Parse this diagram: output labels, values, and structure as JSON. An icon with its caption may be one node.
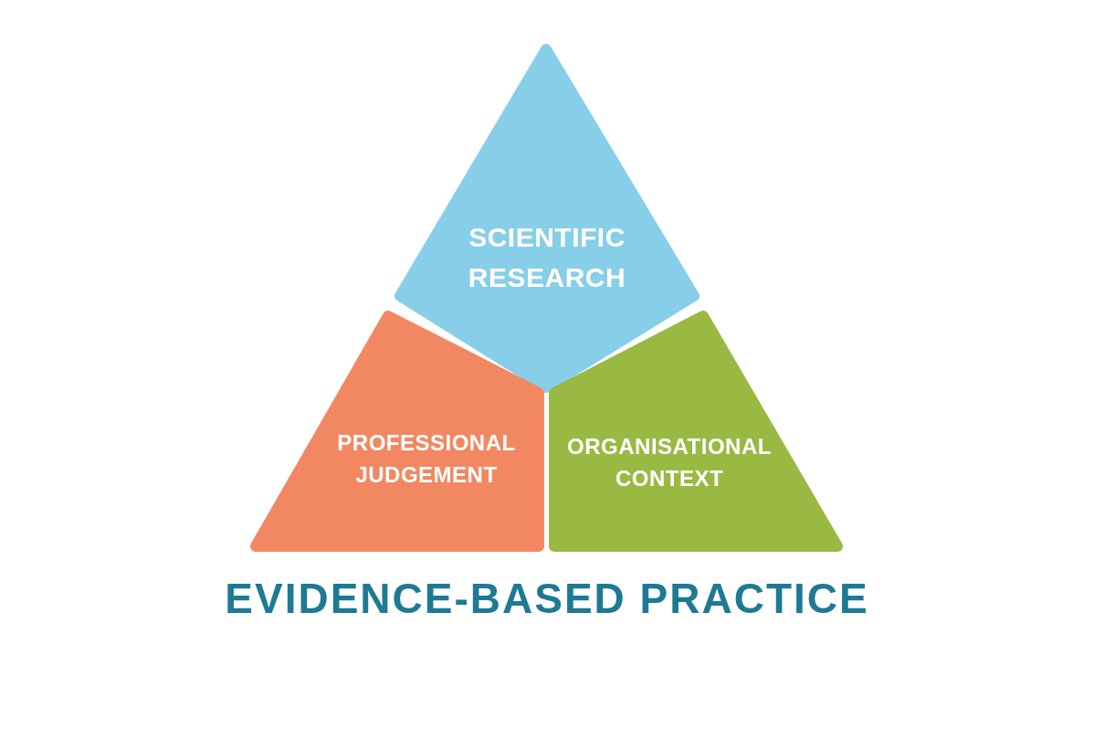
{
  "diagram": {
    "title": "EVIDENCE-BASED PRACTICE",
    "nodes": [
      {
        "text": [
          "SCIENTIFIC RESEARCH"
        ]
      },
      {
        "text": [
          "PROFESSIONAL JUDGEMENT"
        ]
      },
      {
        "text": [
          "ORGANISATIONAL CONTEXT"
        ]
      }
    ]
  }
}
